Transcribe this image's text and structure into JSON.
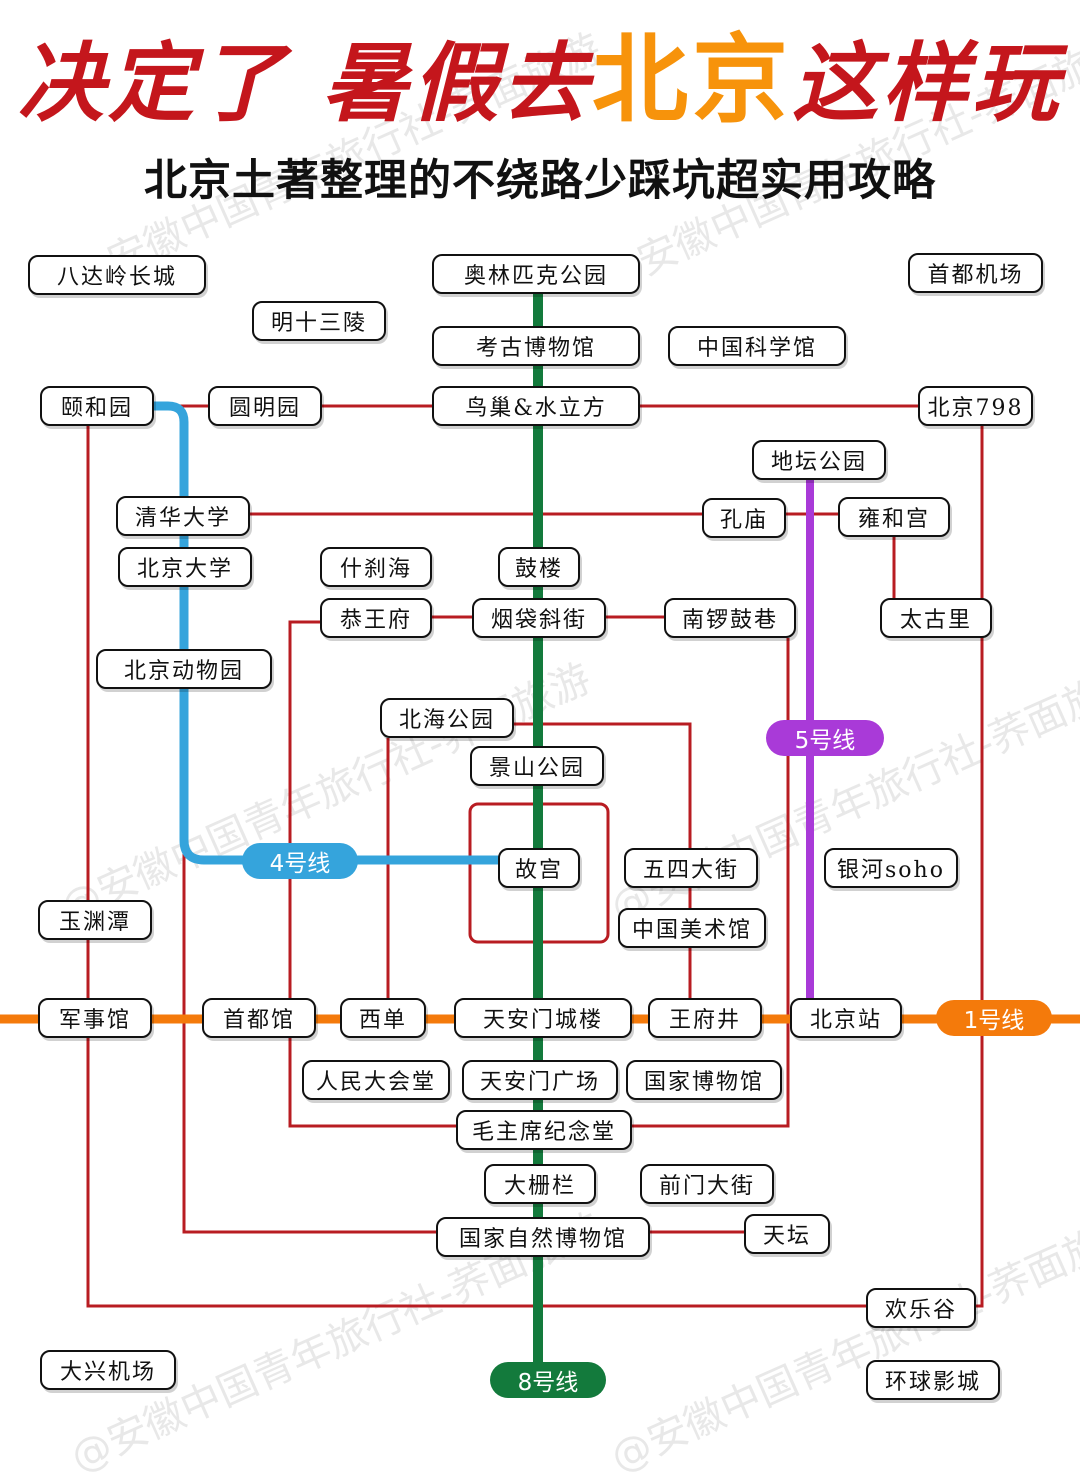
{
  "header": {
    "title_part1": "决定了 暑假去",
    "title_highlight": "北京",
    "title_part2": "这样玩",
    "subtitle": "北京土著整理的不绕路少踩坑超实用攻略"
  },
  "watermark": "@安徽中国青年旅行社-荞面旅游",
  "colors": {
    "red_loop": "#b81c22",
    "line1": "#f47a0b",
    "line4": "#35a4dc",
    "line5": "#a93ad8",
    "line8": "#137a3c",
    "title_red": "#c4161c",
    "title_orange": "#f7930b"
  },
  "lines": {
    "line1": "1号线",
    "line4": "4号线",
    "line5": "5号线",
    "line8": "8号线"
  },
  "stations": {
    "badaling": "八达岭长城",
    "olympic_park": "奥林匹克公园",
    "capital_airport": "首都机场",
    "ming_tombs": "明十三陵",
    "archaeology_museum": "考古博物馆",
    "science_museum": "中国科学馆",
    "summer_palace": "颐和园",
    "yuanmingyuan": "圆明园",
    "birds_nest": "鸟巢&水立方",
    "art_798": "北京798",
    "ditan": "地坛公园",
    "tsinghua": "清华大学",
    "confucius_temple": "孔庙",
    "lama_temple": "雍和宫",
    "peking_univ": "北京大学",
    "shichahai": "什刹海",
    "drum_tower": "鼓楼",
    "prince_gong": "恭王府",
    "yandai": "烟袋斜街",
    "nanluoguxiang": "南锣鼓巷",
    "taikooli": "太古里",
    "zoo": "北京动物园",
    "beihai": "北海公园",
    "jingshan": "景山公园",
    "forbidden_city": "故宫",
    "wusi": "五四大街",
    "art_museum": "中国美术馆",
    "galaxy_soho": "银河soho",
    "yuyuantan": "玉渊潭",
    "military_museum": "军事馆",
    "capital_museum": "首都馆",
    "xidan": "西单",
    "tiananmen_tower": "天安门城楼",
    "wangfujing": "王府井",
    "beijing_station": "北京站",
    "great_hall": "人民大会堂",
    "tiananmen_square": "天安门广场",
    "national_museum": "国家博物馆",
    "mausoleum": "毛主席纪念堂",
    "dashilan": "大栅栏",
    "qianmen": "前门大街",
    "natural_history": "国家自然博物馆",
    "temple_of_heaven": "天坛",
    "happy_valley": "欢乐谷",
    "daxing_airport": "大兴机场",
    "universal": "环球影城"
  }
}
